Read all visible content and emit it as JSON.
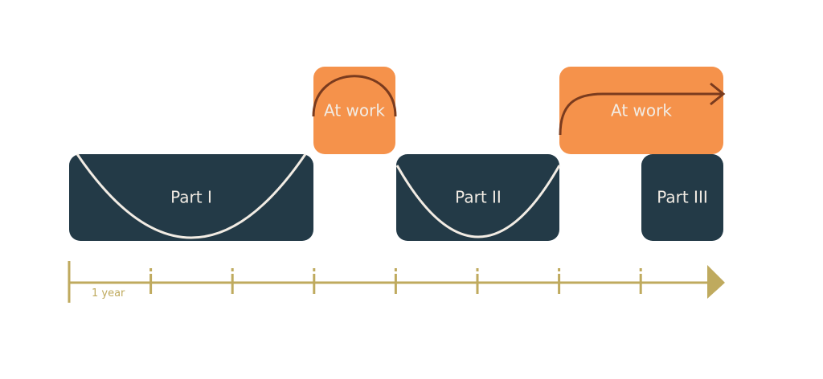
{
  "colors": {
    "part": "#233a47",
    "work": "#f5924b",
    "axis": "#bfaa5e",
    "work_curve": "#7a3b1e",
    "part_curve": "#f2ece4"
  },
  "blocks": {
    "part1": "Part I",
    "work1": "At work",
    "part2": "Part II",
    "work2": "At work",
    "part3": "Part III"
  },
  "axis": {
    "unit_label": "1 year",
    "tick_count": 8
  }
}
